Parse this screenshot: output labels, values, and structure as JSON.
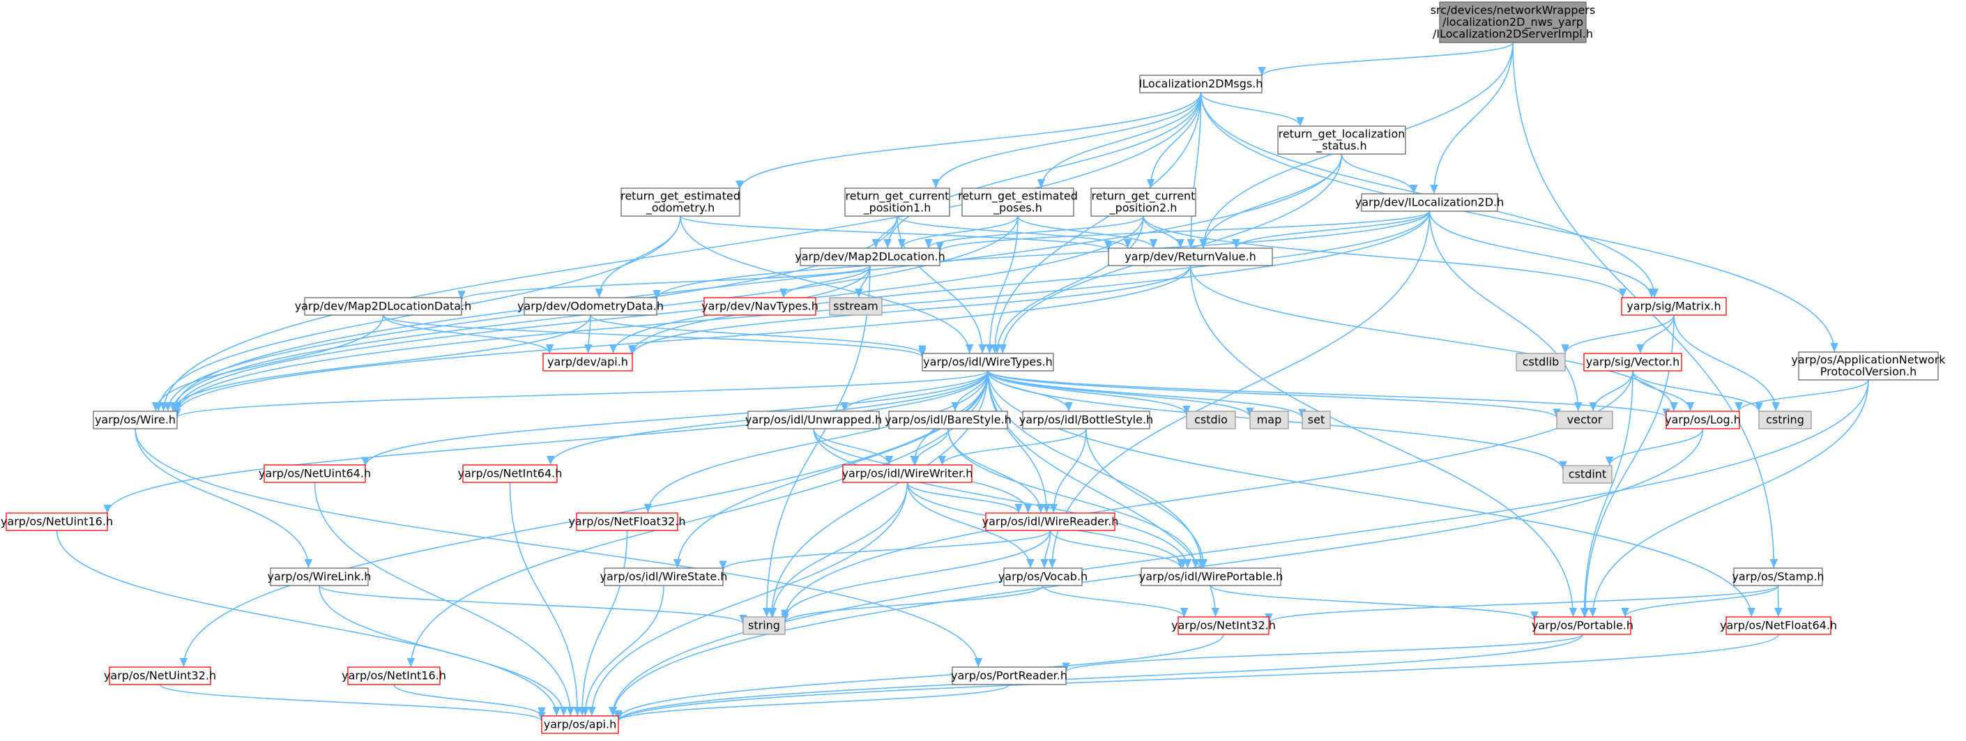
{
  "diagram": {
    "nodes": [
      {
        "id": "root",
        "lines": [
          "src/devices/networkWrappers",
          "/localization2D_nws_yarp",
          "/ILocalization2DServerImpl.h"
        ],
        "kind": "root"
      },
      {
        "id": "ILocalization2DMsgs",
        "lines": [
          "ILocalization2DMsgs.h"
        ],
        "kind": "normal"
      },
      {
        "id": "rgls",
        "lines": [
          "return_get_localization",
          "_status.h"
        ],
        "kind": "normal"
      },
      {
        "id": "rgeo",
        "lines": [
          "return_get_estimated",
          "_odometry.h"
        ],
        "kind": "normal"
      },
      {
        "id": "rgcp1",
        "lines": [
          "return_get_current",
          "_position1.h"
        ],
        "kind": "normal"
      },
      {
        "id": "rgep",
        "lines": [
          "return_get_estimated",
          "_poses.h"
        ],
        "kind": "normal"
      },
      {
        "id": "rgcp2",
        "lines": [
          "return_get_current",
          "_position2.h"
        ],
        "kind": "normal"
      },
      {
        "id": "ILocalization2D",
        "lines": [
          "yarp/dev/ILocalization2D.h"
        ],
        "kind": "normal"
      },
      {
        "id": "Map2DLocation",
        "lines": [
          "yarp/dev/Map2DLocation.h"
        ],
        "kind": "normal"
      },
      {
        "id": "ReturnValue",
        "lines": [
          "yarp/dev/ReturnValue.h"
        ],
        "kind": "normal"
      },
      {
        "id": "NavTypes",
        "lines": [
          "yarp/dev/NavTypes.h"
        ],
        "kind": "red"
      },
      {
        "id": "sstream",
        "lines": [
          "sstream"
        ],
        "kind": "gray"
      },
      {
        "id": "Matrix",
        "lines": [
          "yarp/sig/Matrix.h"
        ],
        "kind": "red"
      },
      {
        "id": "Map2DLocationData",
        "lines": [
          "yarp/dev/Map2DLocationData.h"
        ],
        "kind": "normal"
      },
      {
        "id": "OdometryData",
        "lines": [
          "yarp/dev/OdometryData.h"
        ],
        "kind": "normal"
      },
      {
        "id": "devapi",
        "lines": [
          "yarp/dev/api.h"
        ],
        "kind": "red"
      },
      {
        "id": "WireTypes",
        "lines": [
          "yarp/os/idl/WireTypes.h"
        ],
        "kind": "normal"
      },
      {
        "id": "cstdlib",
        "lines": [
          "cstdlib"
        ],
        "kind": "gray"
      },
      {
        "id": "Vector",
        "lines": [
          "yarp/sig/Vector.h"
        ],
        "kind": "red"
      },
      {
        "id": "APV",
        "lines": [
          "yarp/os/ApplicationNetwork",
          "ProtocolVersion.h"
        ],
        "kind": "normal"
      },
      {
        "id": "Wire",
        "lines": [
          "yarp/os/Wire.h"
        ],
        "kind": "normal"
      },
      {
        "id": "Unwrapped",
        "lines": [
          "yarp/os/idl/Unwrapped.h"
        ],
        "kind": "normal"
      },
      {
        "id": "BareStyle",
        "lines": [
          "yarp/os/idl/BareStyle.h"
        ],
        "kind": "normal"
      },
      {
        "id": "BottleStyle",
        "lines": [
          "yarp/os/idl/BottleStyle.h"
        ],
        "kind": "normal"
      },
      {
        "id": "cstdio",
        "lines": [
          "cstdio"
        ],
        "kind": "gray"
      },
      {
        "id": "map",
        "lines": [
          "map"
        ],
        "kind": "gray"
      },
      {
        "id": "set",
        "lines": [
          "set"
        ],
        "kind": "gray"
      },
      {
        "id": "vector",
        "lines": [
          "vector"
        ],
        "kind": "gray"
      },
      {
        "id": "Log",
        "lines": [
          "yarp/os/Log.h"
        ],
        "kind": "red"
      },
      {
        "id": "cstring",
        "lines": [
          "cstring"
        ],
        "kind": "gray"
      },
      {
        "id": "cstdint",
        "lines": [
          "cstdint"
        ],
        "kind": "gray"
      },
      {
        "id": "NetUint64",
        "lines": [
          "yarp/os/NetUint64.h"
        ],
        "kind": "red"
      },
      {
        "id": "NetInt64",
        "lines": [
          "yarp/os/NetInt64.h"
        ],
        "kind": "red"
      },
      {
        "id": "WireWriter",
        "lines": [
          "yarp/os/idl/WireWriter.h"
        ],
        "kind": "red"
      },
      {
        "id": "NetUint16",
        "lines": [
          "yarp/os/NetUint16.h"
        ],
        "kind": "red"
      },
      {
        "id": "NetFloat32",
        "lines": [
          "yarp/os/NetFloat32.h"
        ],
        "kind": "red"
      },
      {
        "id": "WireReader",
        "lines": [
          "yarp/os/idl/WireReader.h"
        ],
        "kind": "red"
      },
      {
        "id": "WireLink",
        "lines": [
          "yarp/os/WireLink.h"
        ],
        "kind": "normal"
      },
      {
        "id": "WireState",
        "lines": [
          "yarp/os/idl/WireState.h"
        ],
        "kind": "normal"
      },
      {
        "id": "Vocab",
        "lines": [
          "yarp/os/Vocab.h"
        ],
        "kind": "normal"
      },
      {
        "id": "WirePortable",
        "lines": [
          "yarp/os/idl/WirePortable.h"
        ],
        "kind": "normal"
      },
      {
        "id": "Stamp",
        "lines": [
          "yarp/os/Stamp.h"
        ],
        "kind": "normal"
      },
      {
        "id": "string",
        "lines": [
          "string"
        ],
        "kind": "gray"
      },
      {
        "id": "NetInt32",
        "lines": [
          "yarp/os/NetInt32.h"
        ],
        "kind": "red"
      },
      {
        "id": "Portable",
        "lines": [
          "yarp/os/Portable.h"
        ],
        "kind": "red"
      },
      {
        "id": "NetFloat64",
        "lines": [
          "yarp/os/NetFloat64.h"
        ],
        "kind": "red"
      },
      {
        "id": "NetUint32",
        "lines": [
          "yarp/os/NetUint32.h"
        ],
        "kind": "red"
      },
      {
        "id": "NetInt16",
        "lines": [
          "yarp/os/NetInt16.h"
        ],
        "kind": "red"
      },
      {
        "id": "PortReader",
        "lines": [
          "yarp/os/PortReader.h"
        ],
        "kind": "normal"
      },
      {
        "id": "osapi",
        "lines": [
          "yarp/os/api.h"
        ],
        "kind": "red"
      }
    ],
    "edges": [
      [
        "root",
        "ILocalization2DMsgs"
      ],
      [
        "root",
        "ReturnValue"
      ],
      [
        "root",
        "ILocalization2D"
      ],
      [
        "root",
        "Stamp"
      ],
      [
        "ILocalization2DMsgs",
        "Wire"
      ],
      [
        "ILocalization2DMsgs",
        "rgeo"
      ],
      [
        "ILocalization2DMsgs",
        "Map2DLocation"
      ],
      [
        "ILocalization2DMsgs",
        "rgcp1"
      ],
      [
        "ILocalization2DMsgs",
        "rgep"
      ],
      [
        "ILocalization2DMsgs",
        "rgcp2"
      ],
      [
        "ILocalization2DMsgs",
        "ReturnValue"
      ],
      [
        "ILocalization2DMsgs",
        "WireTypes"
      ],
      [
        "ILocalization2DMsgs",
        "rgls"
      ],
      [
        "ILocalization2DMsgs",
        "Matrix"
      ],
      [
        "ILocalization2DMsgs",
        "APV"
      ],
      [
        "rgls",
        "Wire"
      ],
      [
        "rgls",
        "ReturnValue"
      ],
      [
        "rgls",
        "ILocalization2D"
      ],
      [
        "rgls",
        "WireTypes"
      ],
      [
        "rgeo",
        "Wire"
      ],
      [
        "rgeo",
        "ReturnValue"
      ],
      [
        "rgeo",
        "OdometryData"
      ],
      [
        "rgeo",
        "WireTypes"
      ],
      [
        "rgcp1",
        "Wire"
      ],
      [
        "rgcp1",
        "ReturnValue"
      ],
      [
        "rgcp1",
        "Map2DLocation"
      ],
      [
        "rgcp1",
        "WireTypes"
      ],
      [
        "rgep",
        "Wire"
      ],
      [
        "rgep",
        "ReturnValue"
      ],
      [
        "rgep",
        "Map2DLocation"
      ],
      [
        "rgep",
        "WireTypes"
      ],
      [
        "rgcp2",
        "Wire"
      ],
      [
        "rgcp2",
        "ReturnValue"
      ],
      [
        "rgcp2",
        "Map2DLocation"
      ],
      [
        "rgcp2",
        "WireTypes"
      ],
      [
        "rgcp2",
        "Matrix"
      ],
      [
        "ILocalization2D",
        "Map2DLocation"
      ],
      [
        "ILocalization2D",
        "ReturnValue"
      ],
      [
        "ILocalization2D",
        "Matrix"
      ],
      [
        "ILocalization2D",
        "OdometryData"
      ],
      [
        "ILocalization2D",
        "vector"
      ],
      [
        "ILocalization2D",
        "devapi"
      ],
      [
        "ILocalization2D",
        "Vocab"
      ],
      [
        "ILocalization2D",
        "Wire"
      ],
      [
        "Map2DLocation",
        "Map2DLocationData"
      ],
      [
        "Map2DLocation",
        "devapi"
      ],
      [
        "Map2DLocation",
        "NavTypes"
      ],
      [
        "Map2DLocation",
        "sstream"
      ],
      [
        "Map2DLocation",
        "string"
      ],
      [
        "ReturnValue",
        "Log"
      ],
      [
        "ReturnValue",
        "devapi"
      ],
      [
        "ReturnValue",
        "Wire"
      ],
      [
        "ReturnValue",
        "Portable"
      ],
      [
        "Map2DLocationData",
        "Wire"
      ],
      [
        "Map2DLocationData",
        "WireTypes"
      ],
      [
        "Map2DLocationData",
        "devapi"
      ],
      [
        "OdometryData",
        "Wire"
      ],
      [
        "OdometryData",
        "WireTypes"
      ],
      [
        "OdometryData",
        "devapi"
      ],
      [
        "Matrix",
        "cstdlib"
      ],
      [
        "Matrix",
        "Vector"
      ],
      [
        "Matrix",
        "cstring"
      ],
      [
        "Matrix",
        "Portable"
      ],
      [
        "Vector",
        "vector"
      ],
      [
        "Vector",
        "Log"
      ],
      [
        "Vector",
        "cstring"
      ],
      [
        "Vector",
        "Portable"
      ],
      [
        "Vector",
        "string"
      ],
      [
        "APV",
        "Log"
      ],
      [
        "APV",
        "Portable"
      ],
      [
        "APV",
        "osapi"
      ],
      [
        "WireTypes",
        "Wire"
      ],
      [
        "WireTypes",
        "NetUint16"
      ],
      [
        "WireTypes",
        "NetUint64"
      ],
      [
        "WireTypes",
        "NetInt64"
      ],
      [
        "WireTypes",
        "NetFloat32"
      ],
      [
        "WireTypes",
        "NetUint32"
      ],
      [
        "WireTypes",
        "NetInt16"
      ],
      [
        "WireTypes",
        "WireState"
      ],
      [
        "WireTypes",
        "string"
      ],
      [
        "WireTypes",
        "Unwrapped"
      ],
      [
        "WireTypes",
        "BareStyle"
      ],
      [
        "WireTypes",
        "BottleStyle"
      ],
      [
        "WireTypes",
        "cstdio"
      ],
      [
        "WireTypes",
        "map"
      ],
      [
        "WireTypes",
        "set"
      ],
      [
        "WireTypes",
        "vector"
      ],
      [
        "WireTypes",
        "Log"
      ],
      [
        "WireTypes",
        "cstdint"
      ],
      [
        "WireTypes",
        "WireWriter"
      ],
      [
        "WireTypes",
        "WireReader"
      ],
      [
        "WireTypes",
        "WirePortable"
      ],
      [
        "WireTypes",
        "NetInt32"
      ],
      [
        "WireTypes",
        "NetFloat64"
      ],
      [
        "Wire",
        "WireLink"
      ],
      [
        "Wire",
        "PortReader"
      ],
      [
        "Unwrapped",
        "WireWriter"
      ],
      [
        "Unwrapped",
        "WireReader"
      ],
      [
        "Unwrapped",
        "WirePortable"
      ],
      [
        "BareStyle",
        "WireWriter"
      ],
      [
        "BareStyle",
        "WireReader"
      ],
      [
        "BareStyle",
        "WirePortable"
      ],
      [
        "BottleStyle",
        "WireWriter"
      ],
      [
        "BottleStyle",
        "WireReader"
      ],
      [
        "BottleStyle",
        "WirePortable"
      ],
      [
        "Log",
        "cstdint"
      ],
      [
        "Log",
        "osapi"
      ],
      [
        "NetUint64",
        "osapi"
      ],
      [
        "NetInt64",
        "osapi"
      ],
      [
        "NetUint16",
        "osapi"
      ],
      [
        "NetFloat32",
        "osapi"
      ],
      [
        "WireWriter",
        "WireReader"
      ],
      [
        "WireWriter",
        "string"
      ],
      [
        "WireWriter",
        "Vocab"
      ],
      [
        "WireWriter",
        "WirePortable"
      ],
      [
        "WireWriter",
        "osapi"
      ],
      [
        "WireReader",
        "WireState"
      ],
      [
        "WireReader",
        "string"
      ],
      [
        "WireReader",
        "Vocab"
      ],
      [
        "WireReader",
        "WirePortable"
      ],
      [
        "WireLink",
        "string"
      ],
      [
        "WireLink",
        "osapi"
      ],
      [
        "WireState",
        "osapi"
      ],
      [
        "Vocab",
        "string"
      ],
      [
        "Vocab",
        "NetInt32"
      ],
      [
        "WirePortable",
        "Portable"
      ],
      [
        "Stamp",
        "NetInt32"
      ],
      [
        "Stamp",
        "Portable"
      ],
      [
        "Stamp",
        "NetFloat64"
      ],
      [
        "NetInt32",
        "osapi"
      ],
      [
        "Portable",
        "PortReader"
      ],
      [
        "Portable",
        "osapi"
      ],
      [
        "NetFloat64",
        "osapi"
      ],
      [
        "NetUint32",
        "osapi"
      ],
      [
        "NetInt16",
        "osapi"
      ],
      [
        "PortReader",
        "osapi"
      ]
    ],
    "colors": {
      "root_fill": "#999999",
      "normal_border": "#666666",
      "red_border": "#ff0000",
      "gray_fill": "#e0e0e0",
      "gray_border": "#999999",
      "edge": "#63b8ff"
    }
  }
}
